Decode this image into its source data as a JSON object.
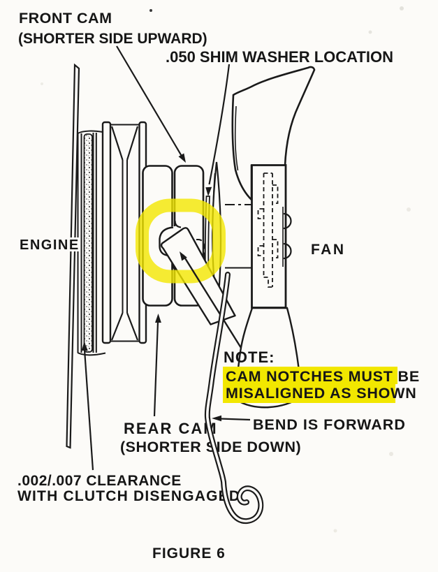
{
  "figure": {
    "caption": "FIGURE 6",
    "labels": {
      "front_cam_line1": "FRONT CAM",
      "front_cam_line2": "(SHORTER SIDE UPWARD)",
      "shim_washer": ".050 SHIM WASHER LOCATION",
      "engine": "ENGINE",
      "fan": "FAN",
      "note_title": "NOTE:",
      "note_highlight_line1": "CAM NOTCHES MUST BE",
      "note_highlight_line2": "MISALIGNED AS SHOWN",
      "rear_cam_line1": "REAR CAM",
      "rear_cam_line2": "(SHORTER SIDE DOWN)",
      "bend": "BEND IS FORWARD",
      "clearance_line1": ".002/.007 CLEARANCE",
      "clearance_line2": "WITH CLUTCH DISENGAGED"
    },
    "colors": {
      "highlight_yellow": "#f2e700",
      "ink": "#1a1a1a",
      "paper": "#fcfbf8"
    }
  }
}
